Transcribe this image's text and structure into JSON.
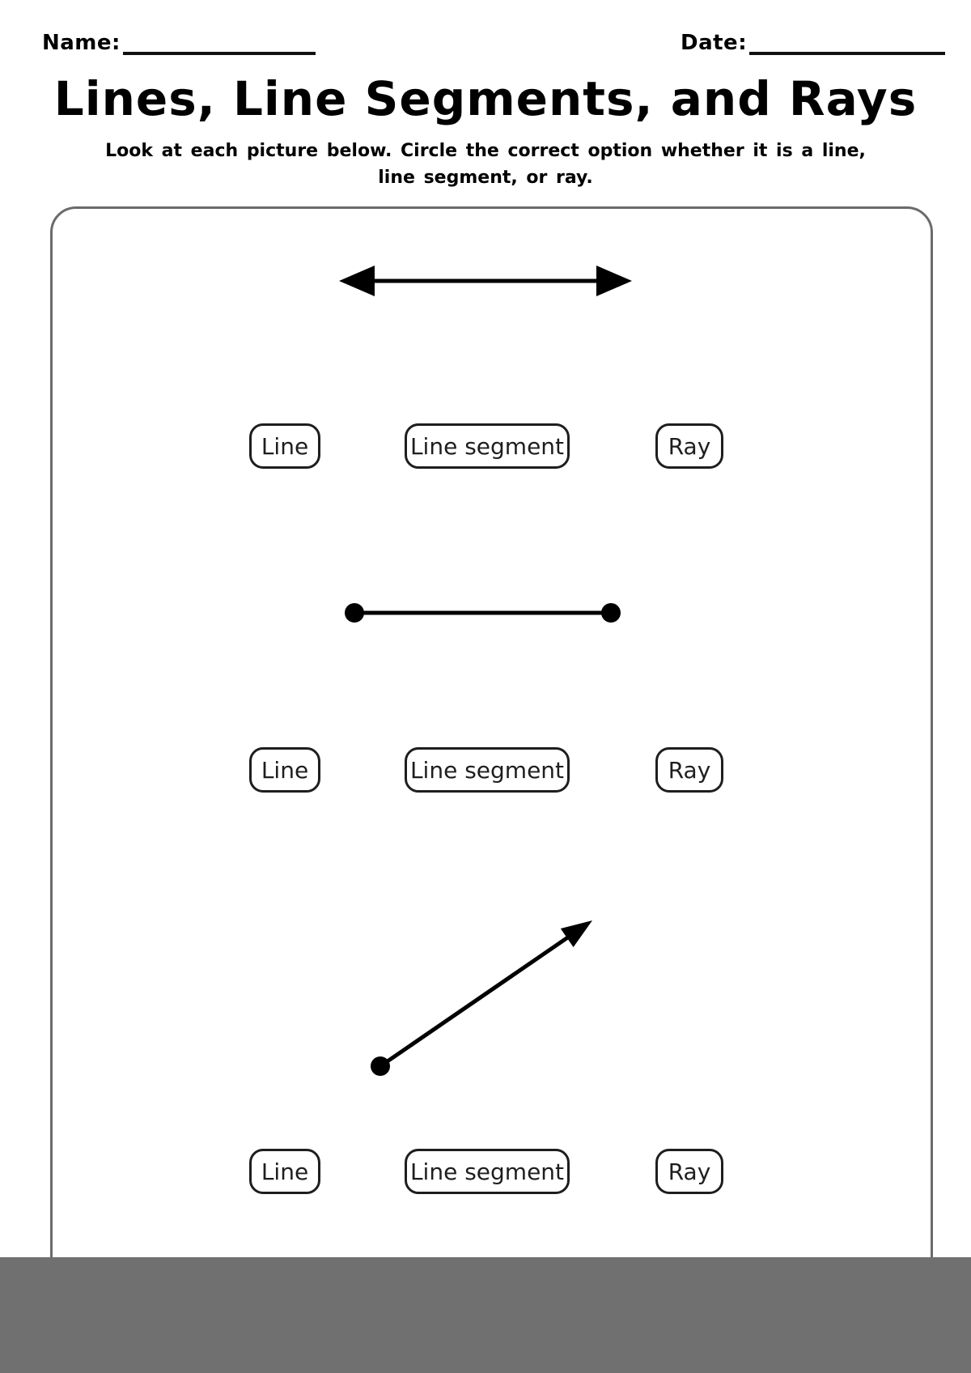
{
  "header": {
    "name_label": "Name:",
    "date_label": "Date:"
  },
  "title": "Lines, Line Segments, and Rays",
  "instructions": {
    "line1": "Look at each picture below. Circle the correct option whether it is a line,",
    "line2": "line segment, or ray."
  },
  "questions": [
    {
      "figure": "line",
      "figure_description": "horizontal line with arrowheads on both ends",
      "options": [
        "Line",
        "Line segment",
        "Ray"
      ]
    },
    {
      "figure": "line-segment",
      "figure_description": "horizontal segment with a solid dot at each end",
      "options": [
        "Line",
        "Line segment",
        "Ray"
      ]
    },
    {
      "figure": "ray",
      "figure_description": "diagonal ray from a solid dot at lower-left to an arrowhead at upper-right",
      "options": [
        "Line",
        "Line segment",
        "Ray"
      ]
    }
  ],
  "colors": {
    "ink": "#000000",
    "button_border": "#1e1e1e",
    "panel_border": "#6b6b6b",
    "footer_bar": "#707070"
  }
}
